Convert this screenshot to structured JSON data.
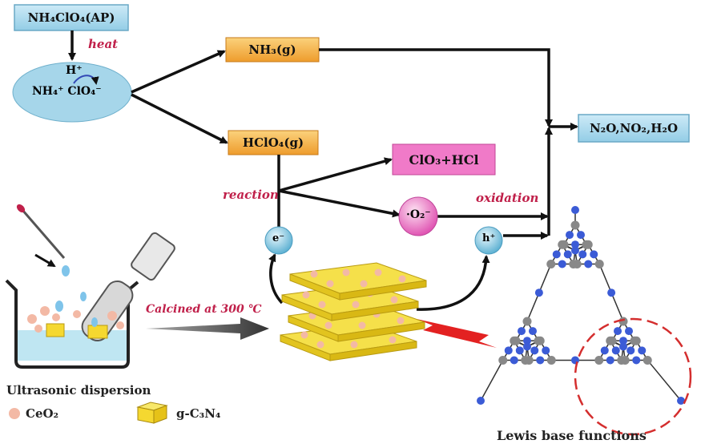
{
  "boxes": {
    "ap": "NH₄ClO₄(AP)",
    "nh3": "NH₃(g)",
    "hclo4": "HClO₄(g)",
    "clo3": "ClO₃+HCl",
    "products": "N₂O,NO₂,H₂O"
  },
  "ellipse": {
    "proton": "H⁺",
    "ions": "NH₄⁺ ClO₄⁻"
  },
  "labels": {
    "heat": "heat",
    "reaction": "reaction",
    "oxidation": "oxidation",
    "calcined": "Calcined at 300 ℃",
    "electron": "e⁻",
    "superoxide": "·O₂⁻",
    "hole": "h⁺",
    "ultrasonic": "Ultrasonic dispersion",
    "lewis": "Lewis base functions"
  },
  "legend": {
    "ceo2": "CeO₂",
    "gc3n4": "g-C₃N₄"
  },
  "colors": {
    "blue_box": "#a9d8ee",
    "orange_box": "#f4b54a",
    "pink_box": "#f06fc4",
    "ellipse": "#a6d6ea",
    "carbon_node": "#888888",
    "nitrogen_node": "#3b5bd6",
    "sheet": "#f5e04a",
    "particle": "#f3b9a5"
  }
}
